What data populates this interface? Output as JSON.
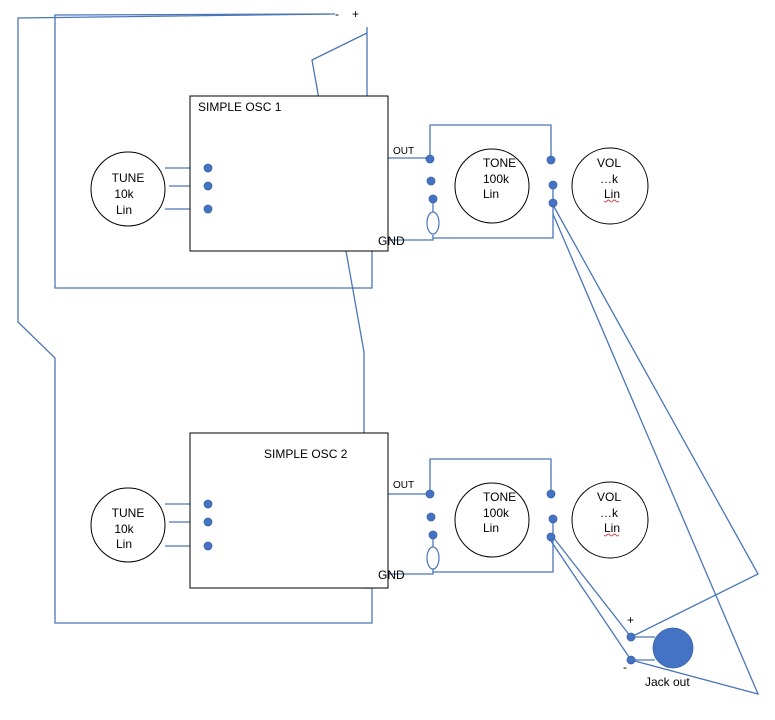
{
  "colors": {
    "wire": "#4a76b8",
    "terminal": "#4472c4",
    "jack": "#4472c4",
    "squiggle": "#d04040"
  },
  "supply": {
    "minus_label": "-",
    "plus_label": "+"
  },
  "osc1": {
    "title": "SIMPLE OSC 1",
    "out_label": "OUT",
    "gnd_label": "GND",
    "tune": {
      "line1": "TUNE",
      "line2": "10k",
      "line3": "Lin"
    },
    "tone": {
      "line1": "TONE",
      "line2": "100k",
      "line3": "Lin"
    },
    "vol": {
      "line1": "VOL",
      "line2": "…k",
      "line3": "Lin"
    }
  },
  "osc2": {
    "title": "SIMPLE OSC 2",
    "out_label": "OUT",
    "gnd_label": "GND",
    "tune": {
      "line1": "TUNE",
      "line2": "10k",
      "line3": "Lin"
    },
    "tone": {
      "line1": "TONE",
      "line2": "100k",
      "line3": "Lin"
    },
    "vol": {
      "line1": "VOL",
      "line2": "…k",
      "line3": "Lin"
    }
  },
  "jack": {
    "label": "Jack out",
    "plus_label": "+",
    "minus_label": "-"
  }
}
